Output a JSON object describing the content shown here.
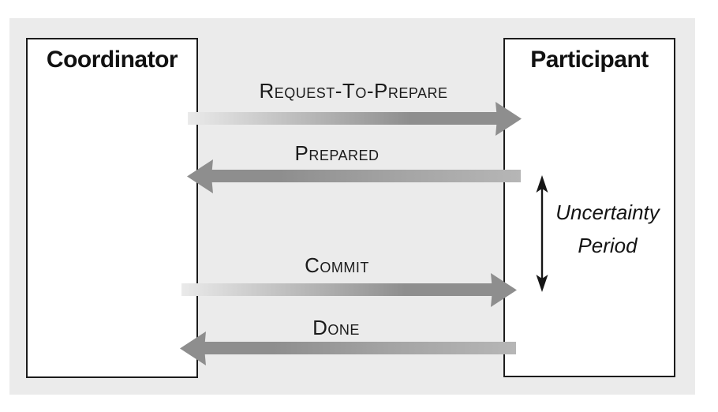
{
  "boxes": {
    "coordinator": {
      "title": "Coordinator"
    },
    "participant": {
      "title": "Participant"
    }
  },
  "messages": [
    {
      "label": "Request-To-Prepare",
      "direction": "coordinator-to-participant"
    },
    {
      "label": "Prepared",
      "direction": "participant-to-coordinator"
    },
    {
      "label": "Commit",
      "direction": "coordinator-to-participant"
    },
    {
      "label": "Done",
      "direction": "participant-to-coordinator"
    }
  ],
  "annotation": {
    "line1": "Uncertainty",
    "line2": "Period"
  },
  "colors": {
    "panel_background": "#ebebeb",
    "box_fill": "#ffffff",
    "box_border": "#1c1c1c",
    "arrow_dark": "#8e8e8e",
    "arrow_tail_light_right": "#eaeaea",
    "arrow_tail_light_left": "#b6b6b6",
    "text": "#1b1b1b"
  }
}
